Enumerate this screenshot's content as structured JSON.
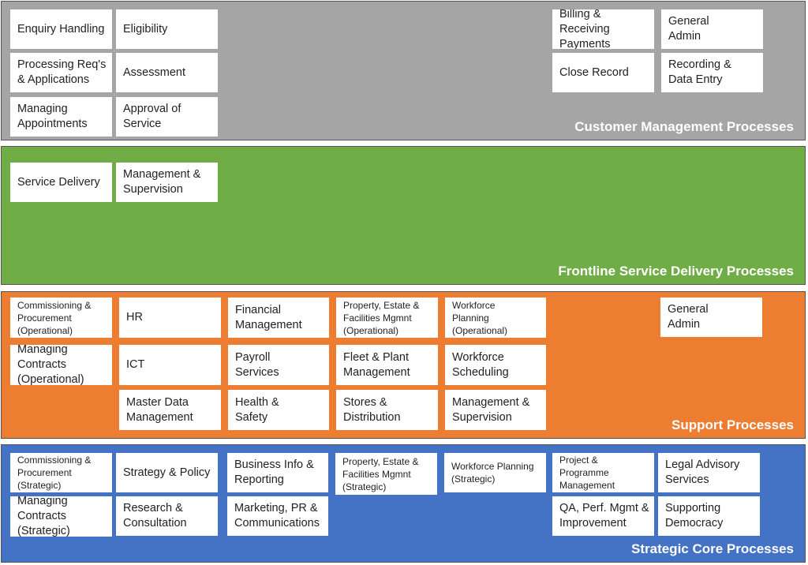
{
  "customer": {
    "title": "Customer Management Processes",
    "boxes": [
      "Enquiry Handling",
      "Eligibility",
      "Processing Req's\n& Applications",
      "Assessment",
      "Managing\nAppointments",
      "Approval of\nService",
      "Billing & Receiving\nPayments",
      "General\nAdmin",
      "Close Record",
      "Recording &\nData Entry"
    ]
  },
  "frontline": {
    "title": "Frontline Service Delivery Processes",
    "boxes": [
      "Service Delivery",
      "Management &\nSupervision"
    ]
  },
  "support": {
    "title": "Support Processes",
    "boxes": [
      "Commissioning &\nProcurement\n(Operational)",
      "HR",
      "Financial\nManagement",
      "Property, Estate &\nFacilities Mgmnt\n(Operational)",
      "Workforce\nPlanning\n(Operational)",
      "General\nAdmin",
      "Managing\nContracts\n(Operational)",
      "ICT",
      "Payroll\nServices",
      "Fleet & Plant\nManagement",
      "Workforce\nScheduling",
      "Master Data\nManagement",
      "Health &\nSafety",
      "Stores &\nDistribution",
      "Management &\nSupervision"
    ]
  },
  "core": {
    "title": "Strategic Core Processes",
    "boxes": [
      "Commissioning &\nProcurement\n(Strategic)",
      "Strategy & Policy",
      "Business Info &\nReporting",
      "Property, Estate &\nFacilities Mgmnt\n(Strategic)",
      "Workforce Planning\n(Strategic)",
      "Project &\nProgramme\nManagement",
      "Legal Advisory\nServices",
      "Managing\nContracts\n(Strategic)",
      "Research &\nConsultation",
      "Marketing, PR &\nCommunications",
      "QA, Perf. Mgmt &\nImprovement",
      "Supporting\nDemocracy"
    ]
  }
}
